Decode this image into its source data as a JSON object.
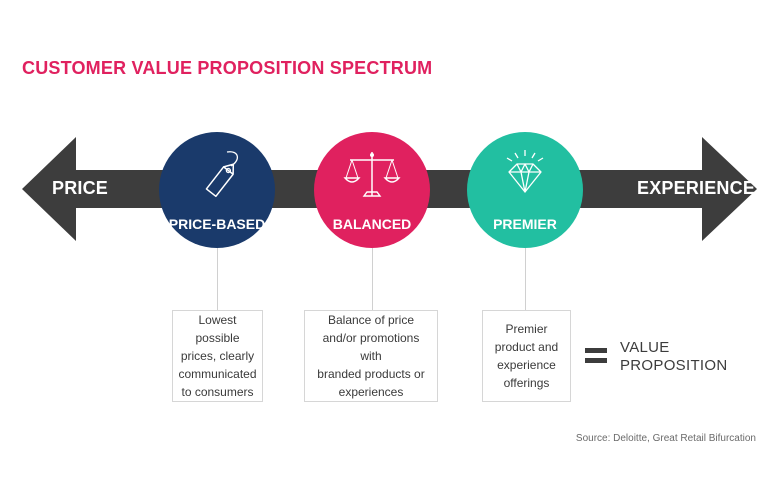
{
  "title": "CUSTOMER VALUE PROPOSITION SPECTRUM",
  "arrow": {
    "left_label": "PRICE",
    "right_label": "EXPERIENCE",
    "color": "#3d3d3d"
  },
  "segments": [
    {
      "label": "PRICE-BASED",
      "color": "#1a3a6b",
      "icon": "price-tag-icon",
      "description": [
        "Lowest possible",
        "prices, clearly",
        "communicated",
        "to consumers"
      ]
    },
    {
      "label": "BALANCED",
      "color": "#e0215f",
      "icon": "balance-scale-icon",
      "description": [
        "Balance of price",
        "and/or promotions with",
        "branded products or",
        "experiences"
      ]
    },
    {
      "label": "PREMIER",
      "color": "#22bfa1",
      "icon": "diamond-icon",
      "description": [
        "Premier",
        "product and",
        "experience",
        "offerings"
      ]
    }
  ],
  "legend": {
    "symbol": "=",
    "lines": [
      "VALUE",
      "PROPOSITION"
    ]
  },
  "source": "Source: Deloitte, Great Retail Bifurcation"
}
